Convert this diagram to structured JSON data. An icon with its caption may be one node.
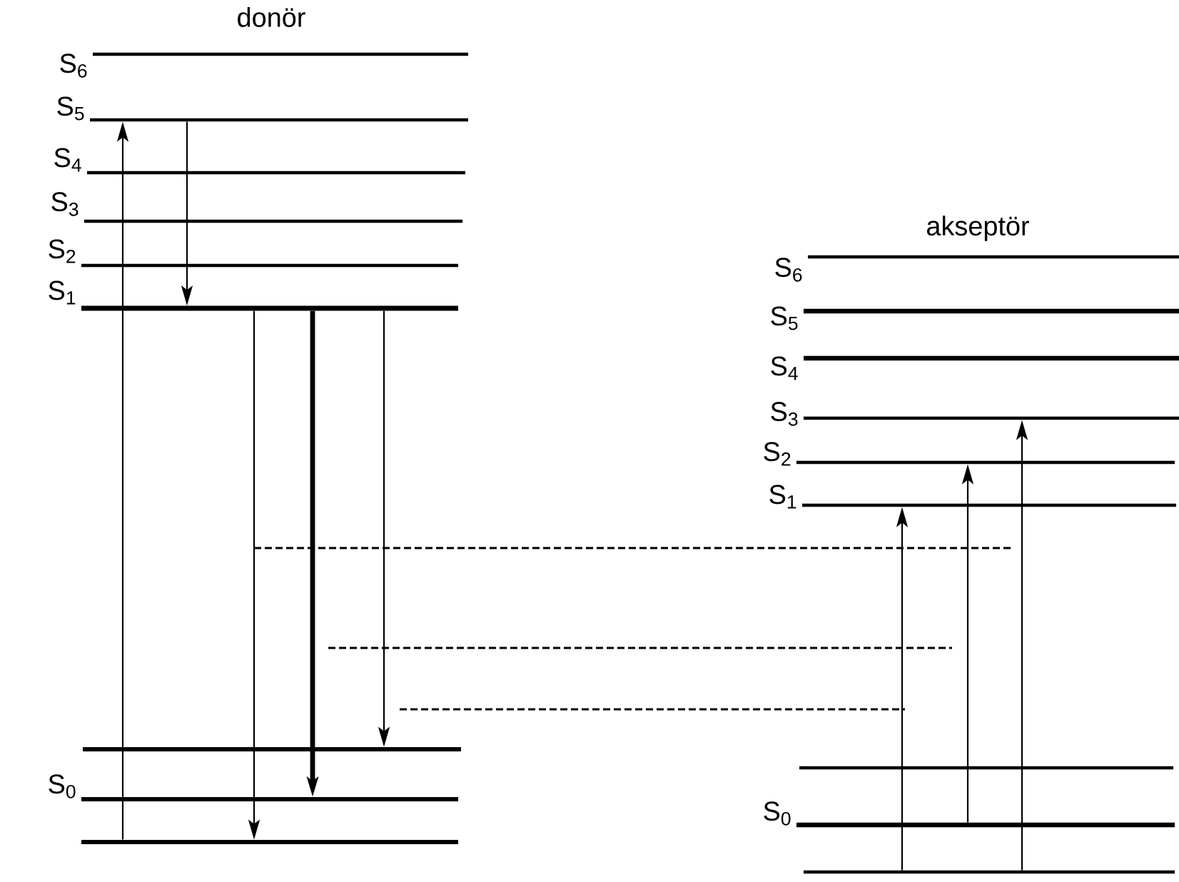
{
  "diagram": {
    "nodes": [
      {
        "text": [],
        "shape": "bar",
        "beside": [
          "S$_{6}$"
        ]
      },
      {
        "text": [],
        "shape": "bar",
        "beside": [
          "S$_{5}$"
        ]
      },
      {
        "text": [],
        "shape": "bar",
        "beside": [
          "S$_{4}$"
        ]
      },
      {
        "text": [],
        "shape": "bar",
        "beside": [
          "S$_{3}$"
        ]
      },
      {
        "text": [],
        "shape": "bar",
        "beside": [
          "S$_{2}$"
        ]
      },
      {
        "text": [],
        "shape": "bar",
        "beside": [
          "S$_{1}$"
        ]
      },
      {
        "text": [],
        "shape": "bar"
      },
      {
        "text": [],
        "shape": "bar",
        "beside": [
          "S$_{0}$"
        ]
      },
      {
        "text": [],
        "shape": "bar"
      },
      {
        "text": [],
        "shape": "bar",
        "beside": [
          "S$_{6}$"
        ]
      },
      {
        "text": [],
        "shape": "bar",
        "beside": [
          "S$_{5}$"
        ]
      },
      {
        "text": [],
        "shape": "bar",
        "beside": [
          "S$_{4}$"
        ]
      },
      {
        "text": [],
        "shape": "bar",
        "beside": [
          "S$_{3}$"
        ]
      },
      {
        "text": [],
        "shape": "bar",
        "beside": [
          "S$_{2}$"
        ]
      },
      {
        "text": [],
        "shape": "bar",
        "beside": [
          "S$_{1}$"
        ]
      },
      {
        "text": [],
        "shape": "bar"
      },
      {
        "text": [],
        "shape": "bar",
        "beside": [
          "S$_{0}$"
        ]
      },
      {
        "text": [],
        "shape": "bar"
      }
    ],
    "edges": [
      {
        "from": 8,
        "to": 1,
        "arrow": "to"
      },
      {
        "from": 1,
        "to": 5,
        "arrow": "to"
      },
      {
        "from": 5,
        "to": 8,
        "arrow": "to"
      },
      {
        "from": 5,
        "to": 7,
        "arrow": "to",
        "style": "thick"
      },
      {
        "from": 5,
        "to": 6,
        "arrow": "to"
      },
      {
        "from": 17,
        "to": 14,
        "arrow": "to"
      },
      {
        "from": 16,
        "to": 13,
        "arrow": "to"
      },
      {
        "from": 17,
        "to": 12,
        "arrow": "to"
      }
    ],
    "labels": [
      "donör",
      "akseptör"
    ]
  }
}
